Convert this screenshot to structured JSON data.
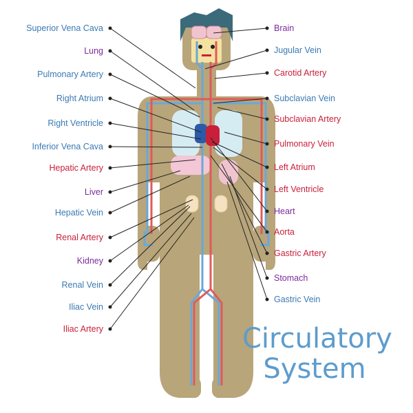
{
  "title_lines": [
    "Circulatory",
    "System"
  ],
  "colors": {
    "vein": "#3a7ab3",
    "artery": "#c8203a",
    "organ": "#7b2a9a",
    "title": "#5d9ccd",
    "body": "#b8a57a",
    "vessel_blue": "#6aa8d8",
    "vessel_red": "#e05a5a",
    "hair": "#3b6a7a",
    "lung": "#d6ecf3",
    "liver": "#f3c7d6",
    "organ_pink": "#f0c4cf"
  },
  "labels_left": [
    {
      "text": "Superior Vena Cava",
      "kind": "vein"
    },
    {
      "text": "Lung",
      "kind": "organ"
    },
    {
      "text": "Pulmonary Artery",
      "kind": "vein"
    },
    {
      "text": "Right Atrium",
      "kind": "vein"
    },
    {
      "text": "Right Ventricle",
      "kind": "vein"
    },
    {
      "text": "Inferior Vena Cava",
      "kind": "vein"
    },
    {
      "text": "Hepatic Artery",
      "kind": "artery"
    },
    {
      "text": "Liver",
      "kind": "organ"
    },
    {
      "text": "Hepatic Vein",
      "kind": "vein"
    },
    {
      "text": "Renal Artery",
      "kind": "artery"
    },
    {
      "text": "Kidney",
      "kind": "organ"
    },
    {
      "text": "Renal Vein",
      "kind": "vein"
    },
    {
      "text": "Iliac Vein",
      "kind": "vein"
    },
    {
      "text": "Iliac Artery",
      "kind": "artery"
    }
  ],
  "labels_right": [
    {
      "text": "Brain",
      "kind": "organ"
    },
    {
      "text": "Jugular Vein",
      "kind": "vein"
    },
    {
      "text": "Carotid Artery",
      "kind": "artery"
    },
    {
      "text": "Subclavian Vein",
      "kind": "vein"
    },
    {
      "text": "Subclavian Artery",
      "kind": "artery"
    },
    {
      "text": "Pulmonary Vein",
      "kind": "artery"
    },
    {
      "text": "Left Atrium",
      "kind": "artery"
    },
    {
      "text": "Left Ventricle",
      "kind": "artery"
    },
    {
      "text": "Heart",
      "kind": "organ"
    },
    {
      "text": "Aorta",
      "kind": "artery"
    },
    {
      "text": "Gastric Artery",
      "kind": "artery"
    },
    {
      "text": "Stomach",
      "kind": "organ"
    },
    {
      "text": "Gastric Vein",
      "kind": "vein"
    }
  ]
}
